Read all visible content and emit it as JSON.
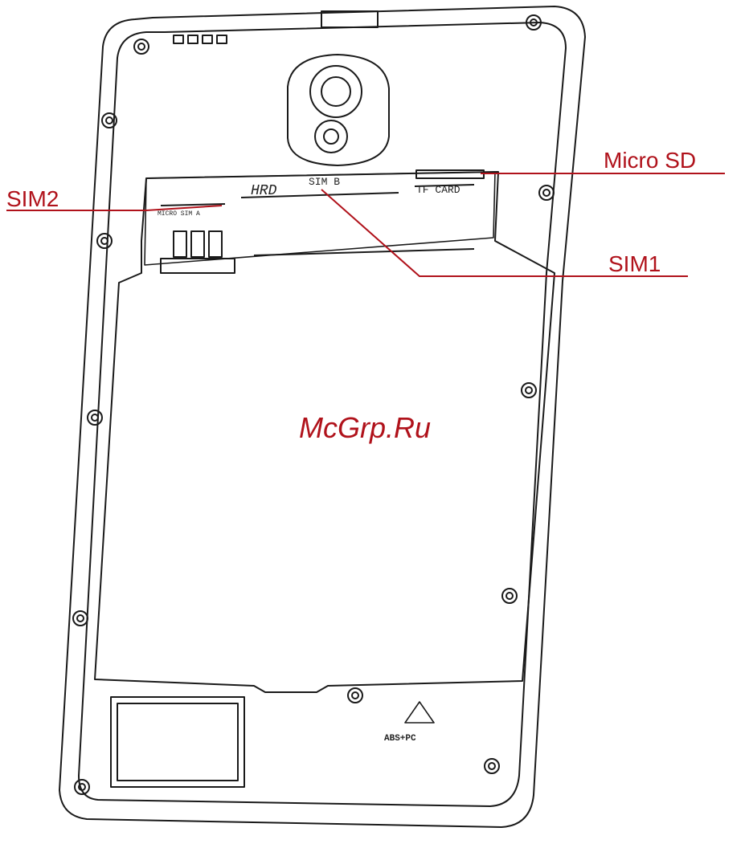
{
  "callouts": {
    "micro_sd": "Micro SD",
    "sim1": "SIM1",
    "sim2": "SIM2"
  },
  "slot_markings": {
    "hrd": "HRD",
    "sim_b": "SIM B",
    "tf_card": "TF CARD",
    "micro_sim_a": "MICRO SIM A"
  },
  "material_marking": "ABS+PC",
  "watermark": "McGrp.Ru",
  "colors": {
    "callout": "#b0121b",
    "outline": "#1a1a1a",
    "background": "#ffffff"
  }
}
